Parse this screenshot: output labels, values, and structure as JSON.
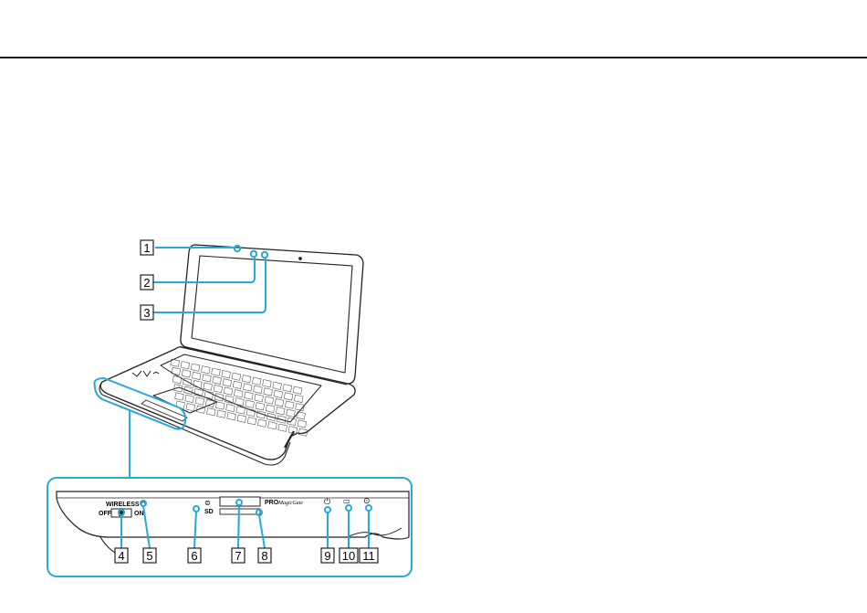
{
  "figure": {
    "callouts": [
      "1",
      "2",
      "3",
      "4",
      "5",
      "6",
      "7",
      "8",
      "9",
      "10",
      "11"
    ],
    "side_labels": {
      "wireless": "WIRELESS",
      "off": "OFF",
      "on": "ON",
      "pro": "PRO",
      "magicgate": "MagicGate",
      "sd": "SD"
    }
  },
  "colors": {
    "accent": "#27a9d9",
    "outline": "#222222",
    "body_fill": "#ffffff"
  }
}
